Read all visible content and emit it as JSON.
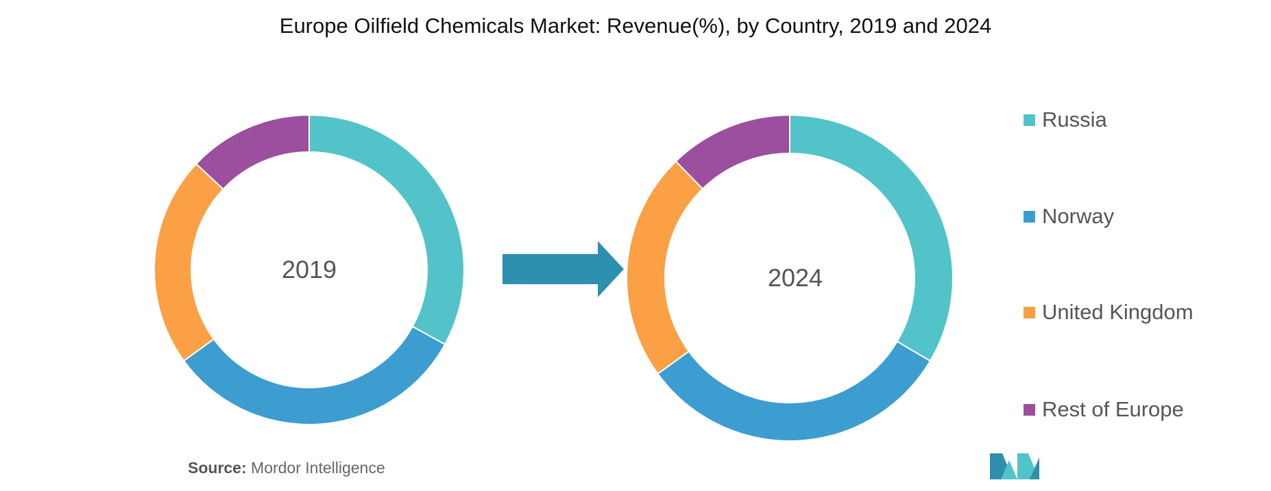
{
  "chart_data": {
    "type": "donut",
    "title": "Europe Oilfield Chemicals Market: Revenue(%), by Country, 2019 and 2024",
    "categories": [
      "Russia",
      "Norway",
      "United Kingdom",
      "Rest of Europe"
    ],
    "colors": [
      "#52C3C9",
      "#3D9DD0",
      "#FBA045",
      "#9B4F9E"
    ],
    "charts": [
      {
        "label": "2019",
        "values": [
          33,
          32,
          22,
          13
        ]
      },
      {
        "label": "2024",
        "values": [
          33.5,
          31.5,
          22.7,
          12.3
        ]
      }
    ],
    "legend_placement": "right"
  },
  "arrow_color": "#2E8FAE",
  "source": {
    "label": "Source:",
    "text": "Mordor Intelligence"
  }
}
